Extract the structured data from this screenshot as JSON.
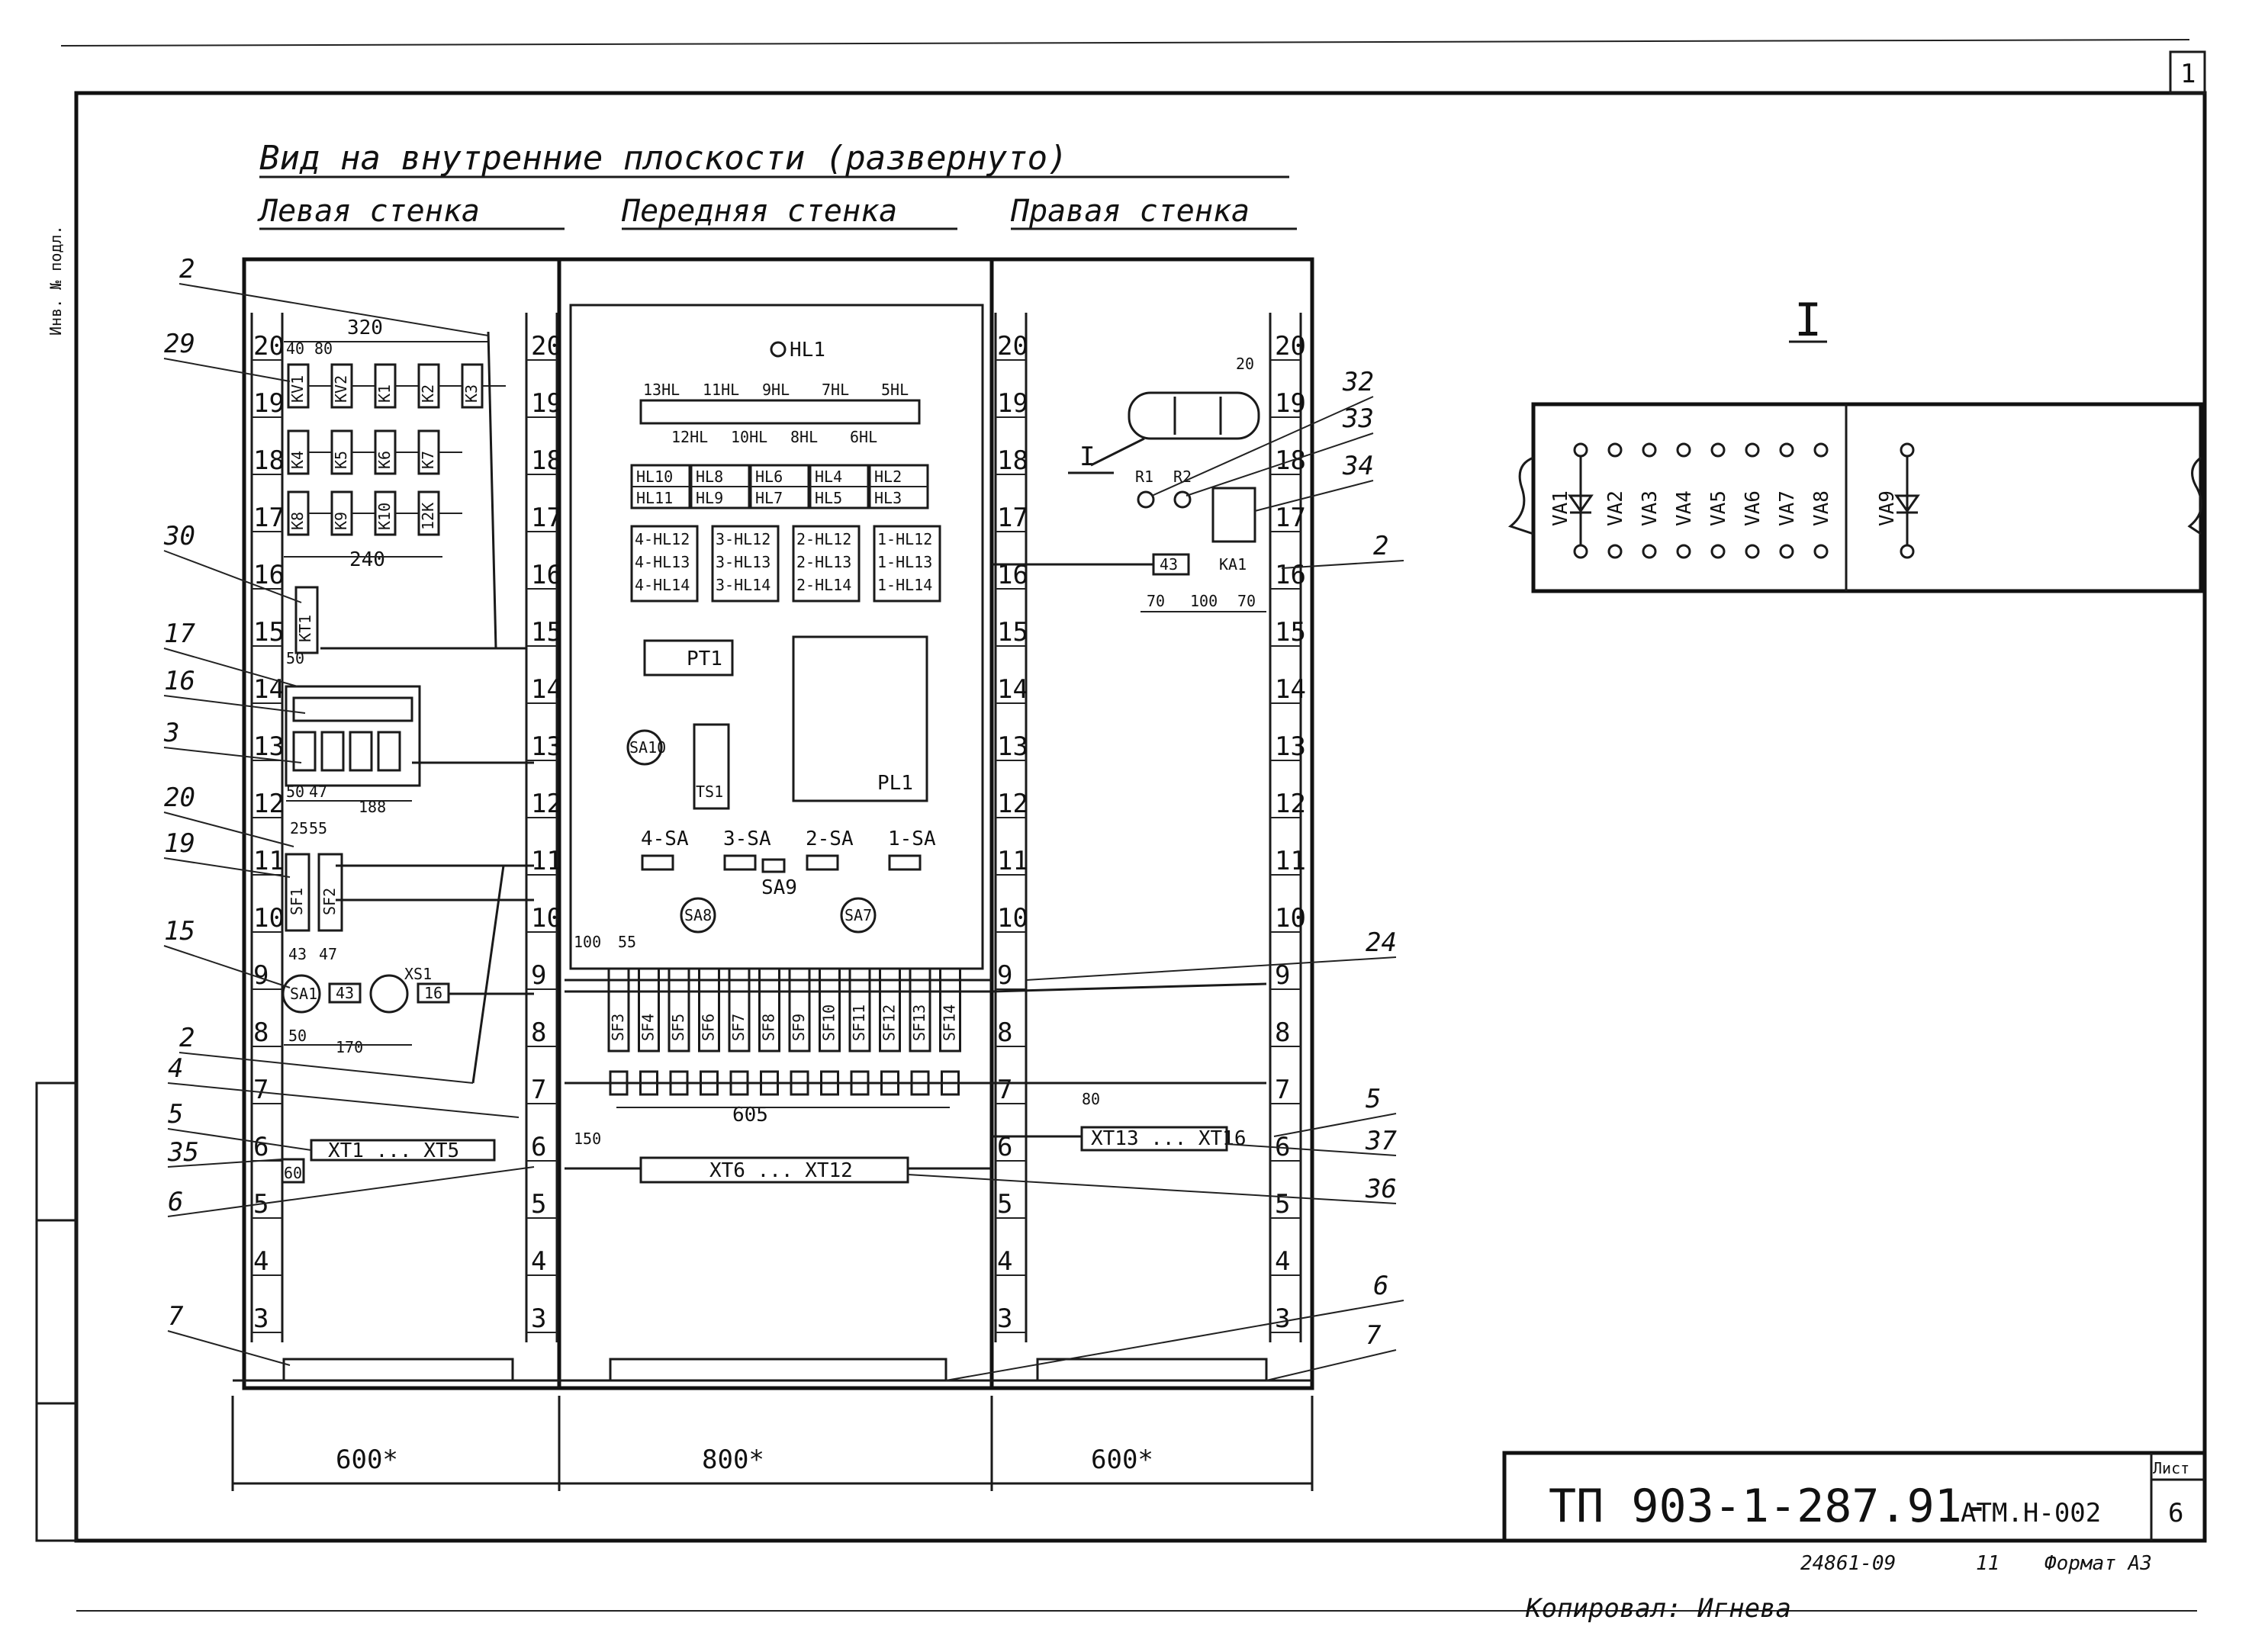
{
  "titles": {
    "main": "Вид на внутренние плоскости (развернуто)",
    "left_wall": "Левая стенка",
    "front_wall": "Передняя стенка",
    "right_wall": "Правая стенка"
  },
  "sheet_number_top": "1",
  "rail_numbers": [
    "20",
    "19",
    "18",
    "17",
    "16",
    "15",
    "14",
    "13",
    "12",
    "11",
    "10",
    "9",
    "8",
    "7",
    "6",
    "5",
    "4",
    "3"
  ],
  "left_wall": {
    "relays_row19": [
      "KV1",
      "KV2",
      "K1",
      "K2",
      "K3"
    ],
    "relays_row18": [
      "K4",
      "K5",
      "K6",
      "K7"
    ],
    "relays_row17": [
      "K8",
      "K9",
      "K10",
      "12K"
    ],
    "dims": {
      "d40": "40",
      "d80": "80",
      "d320": "320",
      "d240": "240",
      "d50a": "50",
      "d188": "188",
      "d47": "47",
      "d50b": "50",
      "d55": "55",
      "d25": "25",
      "d43": "43",
      "d47b": "47",
      "d50c": "50",
      "d170": "170",
      "d60": "60"
    },
    "kt1": "KT1",
    "sf1": "SF1",
    "sf2": "SF2",
    "sa1": "SA1",
    "xs1": "XS1",
    "box43": "43",
    "box16": "16",
    "terminals": "XT1 ... XT5"
  },
  "front_wall": {
    "hl1": "HL1",
    "lamps_top": [
      "13HL",
      "11HL",
      "9HL",
      "7HL",
      "5HL"
    ],
    "lamps_bottom": [
      "12HL",
      "10HL",
      "8HL",
      "6HL"
    ],
    "grid1_row1": [
      "HL10",
      "HL8",
      "HL6",
      "HL4",
      "HL2"
    ],
    "grid1_row2": [
      "HL11",
      "HL9",
      "HL7",
      "HL5",
      "HL3"
    ],
    "grid2_col1": [
      "4-HL12",
      "4-HL13",
      "4-HL14"
    ],
    "grid2_col2": [
      "3-HL12",
      "3-HL13",
      "3-HL14"
    ],
    "grid2_col3": [
      "2-HL12",
      "2-HL13",
      "2-HL14"
    ],
    "grid2_col4": [
      "1-HL12",
      "1-HL13",
      "1-HL14"
    ],
    "pt1": "PT1",
    "pl1": "PL1",
    "ts1": "TS1",
    "sa10": "SA10",
    "switches": [
      "4-SA",
      "3-SA",
      "2-SA",
      "1-SA"
    ],
    "sa9": "SA9",
    "sa8": "SA8",
    "sa7": "SA7",
    "breakers": [
      "SF3",
      "SF4",
      "SF5",
      "SF6",
      "SF7",
      "SF8",
      "SF9",
      "SF10",
      "SF11",
      "SF12",
      "SF13",
      "SF14"
    ],
    "d100": "100",
    "d55": "55",
    "d605": "605",
    "d150": "150",
    "terminals": "XT6 ... XT12"
  },
  "right_wall": {
    "r1": "R1",
    "r2": "R2",
    "ka1": "KA1",
    "box43": "43",
    "d20": "20",
    "d70a": "70",
    "d100": "100",
    "d70b": "70",
    "d80": "80",
    "terminals": "XT13 ... XT16",
    "view_mark": "I"
  },
  "callouts_left": [
    "2",
    "29",
    "30",
    "17",
    "16",
    "3",
    "20",
    "19",
    "15",
    "2",
    "4",
    "5",
    "35",
    "6",
    "7"
  ],
  "callouts_right": [
    "32",
    "33",
    "34",
    "2",
    "24",
    "5",
    "37",
    "36",
    "6",
    "7"
  ],
  "bottom_dims": [
    "600*",
    "800*",
    "600*"
  ],
  "detail": {
    "mark": "I",
    "diodes": [
      "VA1",
      "VA2",
      "VA3",
      "VA4",
      "VA5",
      "VA6",
      "VA7",
      "VA8"
    ],
    "diode9": "VA9"
  },
  "stamp": {
    "designation": "ТП 903-1-287.91-",
    "code": "АТМ.Н-002",
    "list_label": "Лист",
    "list_number": "6"
  },
  "footer": {
    "inv": "24861-09",
    "ii": "11",
    "format": "Формат А3",
    "copied": "Копировал: Игнева"
  },
  "margin_text": "Инв. № подл."
}
